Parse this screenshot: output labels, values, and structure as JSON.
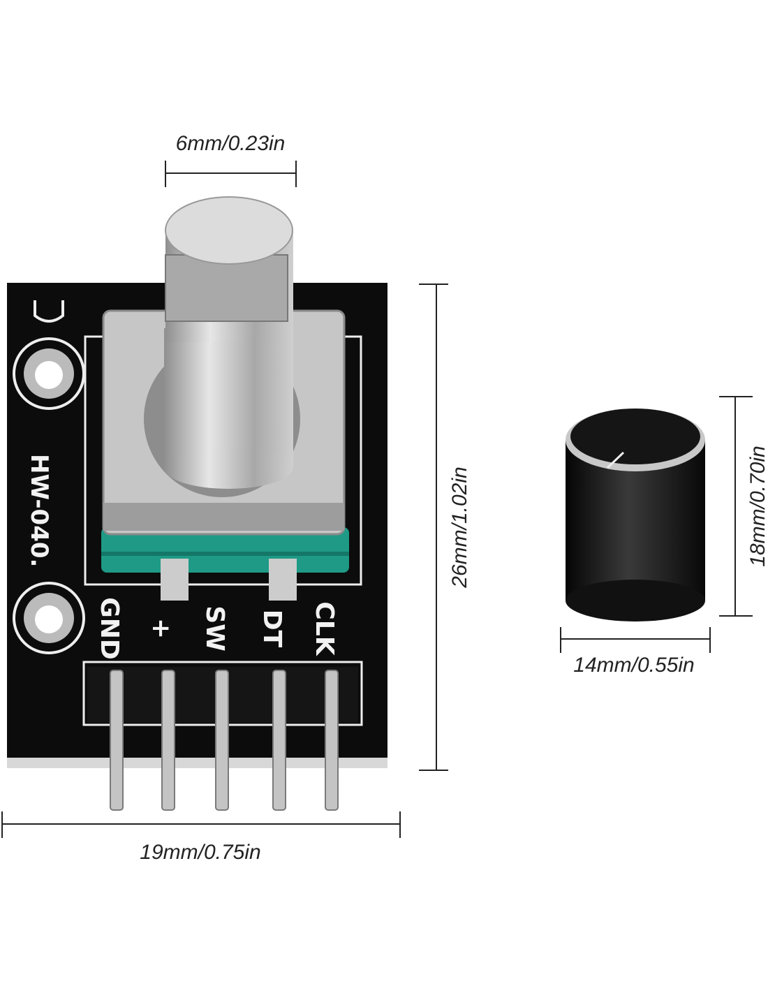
{
  "dimensions": {
    "shaft_width": "6mm/0.23in",
    "board_height": "26mm/1.02in",
    "board_width": "19mm/0.75in",
    "knob_height": "18mm/0.70in",
    "knob_width": "14mm/0.55in"
  },
  "board": {
    "model": "HW-040.",
    "pins": [
      "GND",
      "+",
      "SW",
      "DT",
      "CLK"
    ]
  },
  "colors": {
    "pcb": "#0c0c0c",
    "encoder_base": "#1e9a86",
    "metal": "#b9b9b9",
    "dimension_line": "#222222"
  }
}
